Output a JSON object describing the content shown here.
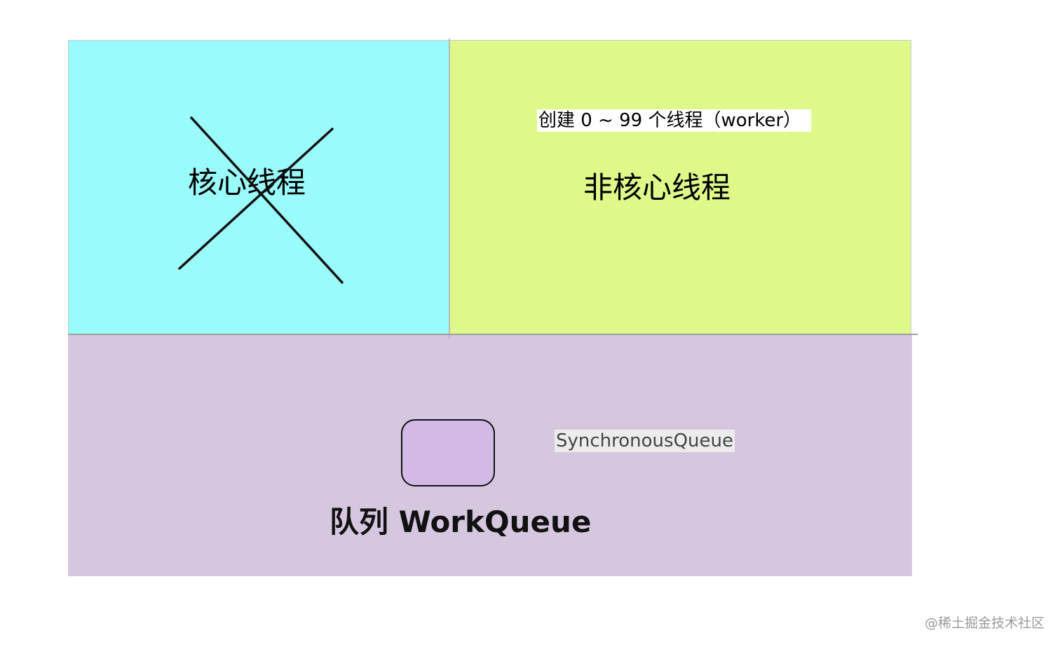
{
  "core": {
    "label": "核心线程",
    "color": "#9afbfb",
    "cross_icon": "x-mark-icon"
  },
  "noncore": {
    "create_label": "创建 0 ~ 99 个线程（worker）",
    "label": "非核心线程",
    "color": "#def98a"
  },
  "queue": {
    "box_color": "#d3b9e6",
    "sync_label": "SynchronousQueue",
    "label": "队列 WorkQueue",
    "color": "#d5c7e0"
  },
  "watermark": "@稀土掘金技术社区"
}
